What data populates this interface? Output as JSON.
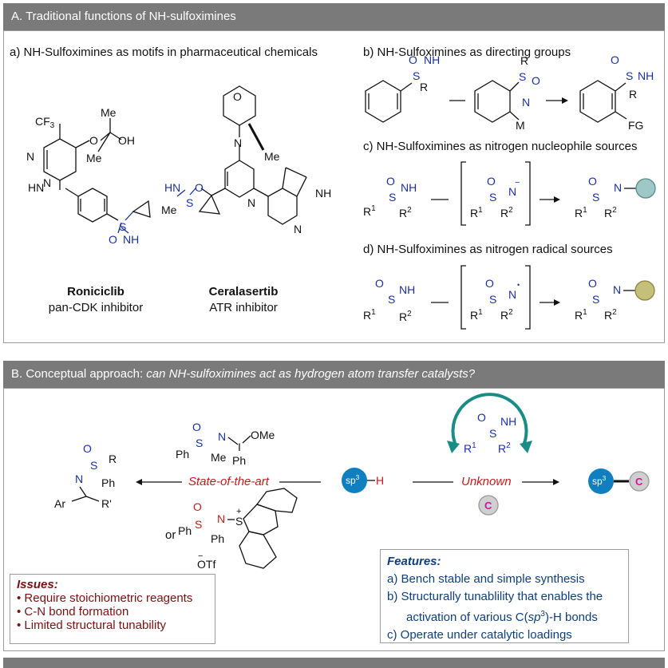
{
  "panel_a": {
    "header": "A. Traditional functions of NH-sulfoximines",
    "sub_a": "a) NH-Sulfoximines as motifs in pharmaceutical chemicals",
    "sub_b": "b) NH-Sulfoximines as directing groups",
    "sub_c": "c) NH-Sulfoximines as nitrogen nucleophile sources",
    "sub_d": "d) NH-Sulfoximines as nitrogen radical sources",
    "drug1_name": "Roniciclib",
    "drug1_desc": "pan-CDK inhibitor",
    "drug2_name": "Ceralasertib",
    "drug2_desc": "ATR inhibitor"
  },
  "panel_b": {
    "header_prefix": "B. Conceptual approach: ",
    "header_question": "can NH-sulfoximines act as hydrogen atom transfer catalysts?",
    "state_of_art": "State-of-the-art",
    "unknown": "Unknown",
    "or_label": "or",
    "issues_title": "Issues:",
    "issues": [
      "• Require stoichiometric reagents",
      "• C-N bond formation",
      "• Limited structural tunability"
    ],
    "features_title": "Features:",
    "features": [
      "a) Bench stable and simple synthesis",
      "b) Structurally tunablility that enables the",
      "c) Operate under catalytic loadings"
    ],
    "feature_b_cont_prefix": "activation of various C(",
    "feature_b_sp": "sp",
    "feature_b_sup": "3",
    "feature_b_suffix": ")-H bonds"
  },
  "chem": {
    "cf3": "CF",
    "sub3": "3",
    "me": "Me",
    "oh": "OH",
    "hn": "HN",
    "n": "N",
    "nh": "NH",
    "s": "S",
    "o": "O",
    "r": "R",
    "m": "M",
    "fg": "FG",
    "r1": "R",
    "r2": "R",
    "sup1": "1",
    "sup2": "2",
    "minus": "−",
    "dot": "•",
    "ome": "OMe",
    "i": "I",
    "ph": "Ph",
    "ar": "Ar",
    "rprime": "R'",
    "otf": "OTf",
    "plus": "+",
    "sp": "sp",
    "h": "H",
    "c": "C"
  },
  "colors": {
    "header_bg": "#7a7a7a",
    "blue": "#1a2fa0",
    "teal": "#1a8c86",
    "red": "#c21a1a",
    "dark_red": "#7a1010",
    "navy": "#0e3f7a",
    "sp3_ball": "#0f7fbf",
    "magenta": "#d0149a"
  }
}
